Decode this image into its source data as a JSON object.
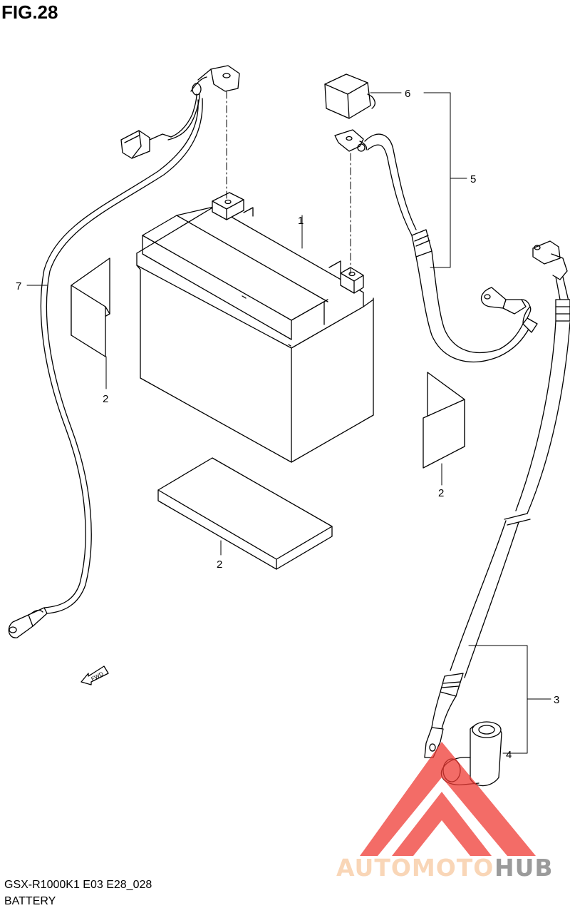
{
  "figure": {
    "title": "FIG.28"
  },
  "footer": {
    "model_code": "GSX-R1000K1 E03 E28_028",
    "section_name": "BATTERY"
  },
  "fwd_label": "FWD",
  "callouts": {
    "battery": "1",
    "pad_left": "2",
    "pad_bottom": "2",
    "pad_right": "2",
    "lead_wire_negative": "3",
    "terminal_cover": "4",
    "lead_wire_positive": "5",
    "cap": "6",
    "lead_wire_ground": "7"
  },
  "watermark": {
    "part1": "AUTOMOTO",
    "part2": "HUB",
    "color_light": "#f7c9a0",
    "color_dark": "#7a7a7a",
    "triangle_color": "#ef3b35"
  }
}
